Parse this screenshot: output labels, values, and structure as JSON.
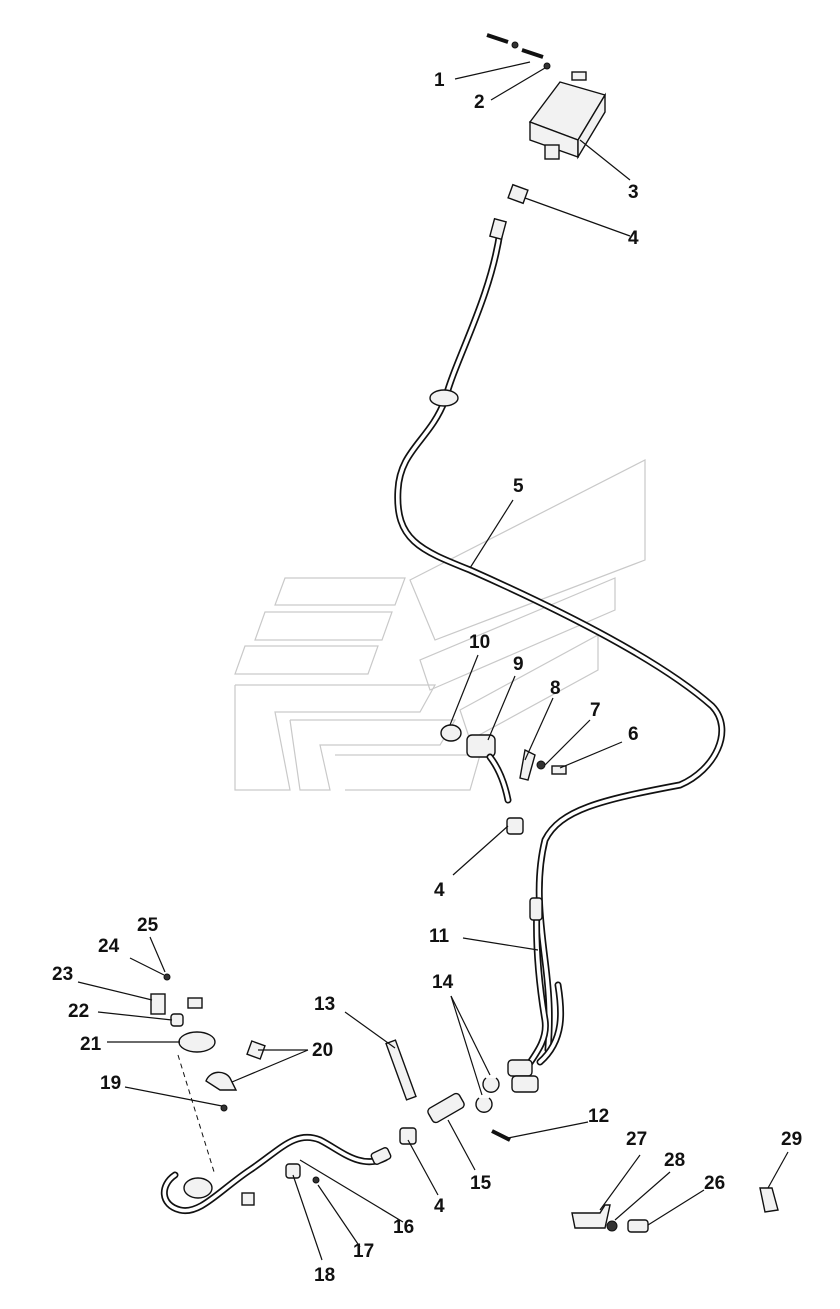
{
  "diagram": {
    "callouts": [
      {
        "id": "c1",
        "label": "1"
      },
      {
        "id": "c2",
        "label": "2"
      },
      {
        "id": "c3",
        "label": "3"
      },
      {
        "id": "c4a",
        "label": "4"
      },
      {
        "id": "c5",
        "label": "5"
      },
      {
        "id": "c6",
        "label": "6"
      },
      {
        "id": "c7",
        "label": "7"
      },
      {
        "id": "c8",
        "label": "8"
      },
      {
        "id": "c9",
        "label": "9"
      },
      {
        "id": "c10",
        "label": "10"
      },
      {
        "id": "c4b",
        "label": "4"
      },
      {
        "id": "c11",
        "label": "11"
      },
      {
        "id": "c12",
        "label": "12"
      },
      {
        "id": "c13",
        "label": "13"
      },
      {
        "id": "c14",
        "label": "14"
      },
      {
        "id": "c15",
        "label": "15"
      },
      {
        "id": "c4c",
        "label": "4"
      },
      {
        "id": "c16",
        "label": "16"
      },
      {
        "id": "c17",
        "label": "17"
      },
      {
        "id": "c18",
        "label": "18"
      },
      {
        "id": "c19",
        "label": "19"
      },
      {
        "id": "c20",
        "label": "20"
      },
      {
        "id": "c21",
        "label": "21"
      },
      {
        "id": "c22",
        "label": "22"
      },
      {
        "id": "c23",
        "label": "23"
      },
      {
        "id": "c24",
        "label": "24"
      },
      {
        "id": "c25",
        "label": "25"
      },
      {
        "id": "c26",
        "label": "26"
      },
      {
        "id": "c27",
        "label": "27"
      },
      {
        "id": "c28",
        "label": "28"
      },
      {
        "id": "c29",
        "label": "29"
      }
    ]
  }
}
